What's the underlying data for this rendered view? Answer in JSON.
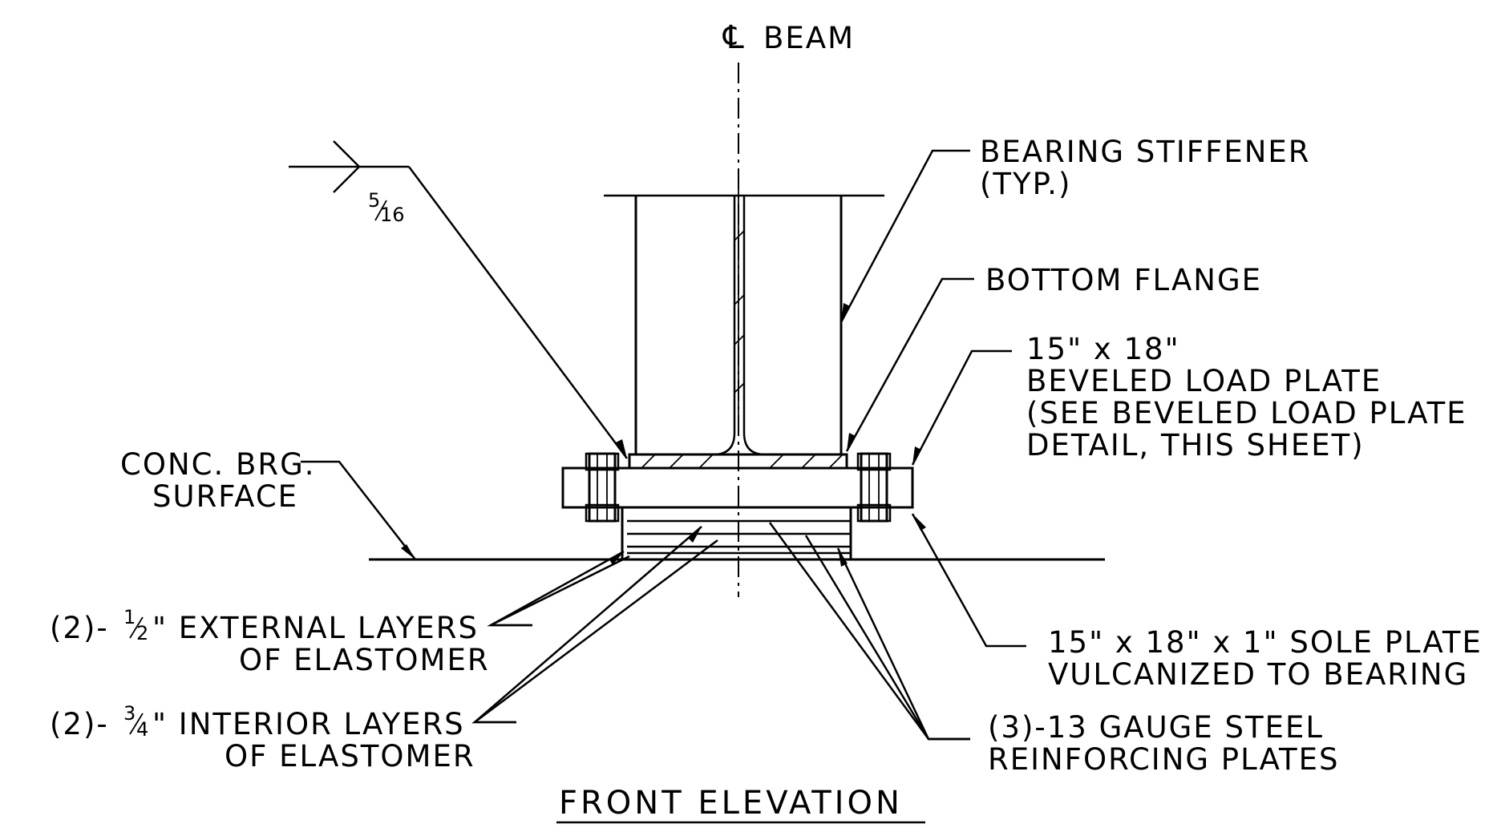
{
  "centerline": {
    "symbol": "℄",
    "label": "BEAM"
  },
  "weld": {
    "size_num": "5",
    "size_den": "16"
  },
  "labels": {
    "stiffener": [
      "BEARING STIFFENER",
      "(TYP.)"
    ],
    "bottom_flange": "BOTTOM FLANGE",
    "load_plate": [
      "15\" x 18\"",
      "BEVELED LOAD PLATE",
      "(SEE BEVELED LOAD PLATE",
      "DETAIL, THIS SHEET)"
    ],
    "conc_surface": [
      "CONC. BRG.",
      "SURFACE"
    ],
    "external_layers": {
      "prefix": "(2)-",
      "num": "1",
      "den": "2",
      "rest": "\" EXTERNAL LAYERS",
      "line2": "OF ELASTOMER"
    },
    "interior_layers": {
      "prefix": "(2)-",
      "num": "3",
      "den": "4",
      "rest": "\" INTERIOR LAYERS",
      "line2": "OF ELASTOMER"
    },
    "sole_plate": [
      "15\" x 18\" x 1\" SOLE PLATE",
      "VULCANIZED TO BEARING"
    ],
    "reinforcing": [
      "(3)-13 GAUGE STEEL",
      "REINFORCING PLATES"
    ]
  },
  "title": "FRONT ELEVATION"
}
